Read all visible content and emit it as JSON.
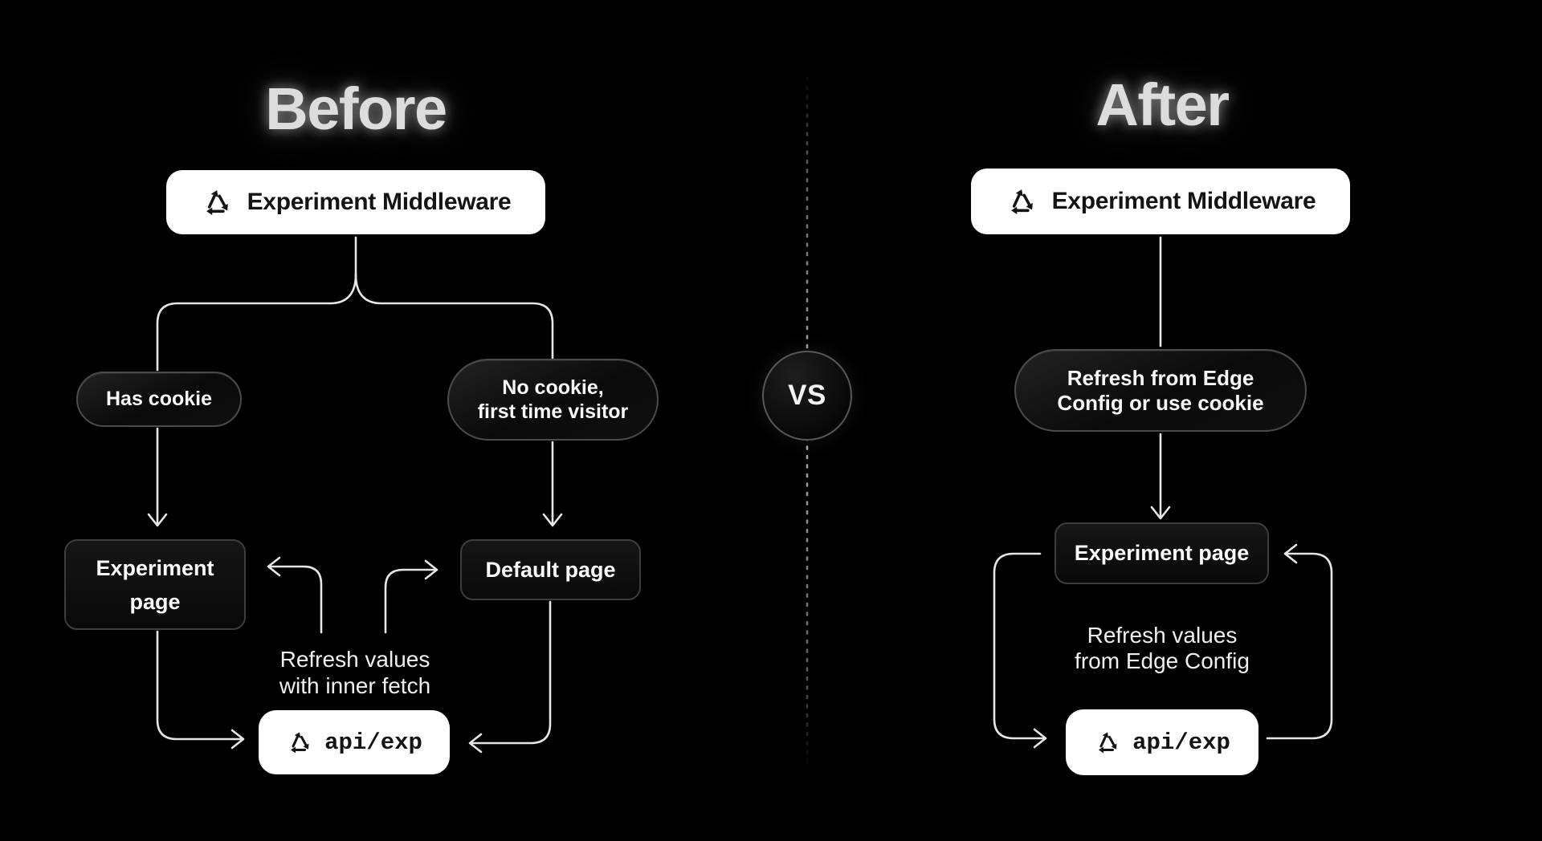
{
  "before": {
    "title": "Before",
    "middleware_label": "Experiment Middleware",
    "has_cookie_pill": "Has cookie",
    "no_cookie_pill": [
      "No cookie,",
      "first time visitor"
    ],
    "experiment_page": [
      "Experiment",
      "page"
    ],
    "default_page": "Default page",
    "refresh_note": [
      "Refresh values",
      "with inner fetch"
    ],
    "api_route": "api/exp"
  },
  "divider": {
    "vs_label": "VS"
  },
  "after": {
    "title": "After",
    "middleware_label": "Experiment Middleware",
    "refresh_pill": [
      "Refresh from Edge",
      "Config or use cookie"
    ],
    "experiment_page": "Experiment page",
    "refresh_note": [
      "Refresh values",
      "from Edge Config"
    ],
    "api_route": "api/exp"
  },
  "icons": {
    "logo": "cycle-triangle-icon"
  },
  "colors": {
    "background": "#000000",
    "white_node": "#ffffff",
    "dark_node": "#0d0d0d",
    "node_border": "#4b4b4b",
    "connector": "#e6e6e6",
    "title_text": "#dcdcdc",
    "light_text": "#f7f7f7",
    "dark_text": "#141414"
  }
}
